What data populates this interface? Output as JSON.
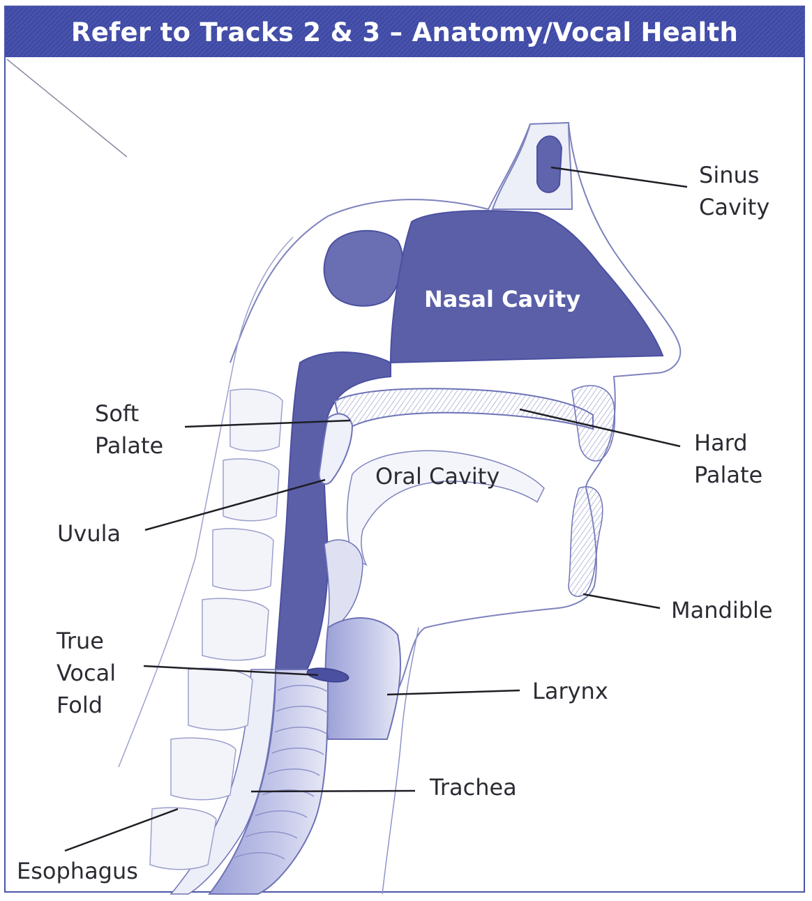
{
  "header": {
    "title": "Refer to Tracks 2 & 3 – Anatomy/Vocal Health"
  },
  "labels": {
    "sinus_cavity_line1": "Sinus",
    "sinus_cavity_line2": "Cavity",
    "nasal_cavity": "Nasal Cavity",
    "soft_palate_line1": "Soft",
    "soft_palate_line2": "Palate",
    "hard_palate_line1": "Hard",
    "hard_palate_line2": "Palate",
    "oral_cavity": "Oral Cavity",
    "uvula": "Uvula",
    "mandible": "Mandible",
    "true_vocal_fold_line1": "True",
    "true_vocal_fold_line2": "Vocal",
    "true_vocal_fold_line3": "Fold",
    "larynx": "Larynx",
    "trachea": "Trachea",
    "esophagus": "Esophagus"
  },
  "colors": {
    "banner": "#3f4aa6",
    "cavity_fill": "#5a5fa8",
    "tissue_line": "#7d82bd",
    "label_text": "#2b2b33",
    "leader_line": "#1e1e24"
  }
}
